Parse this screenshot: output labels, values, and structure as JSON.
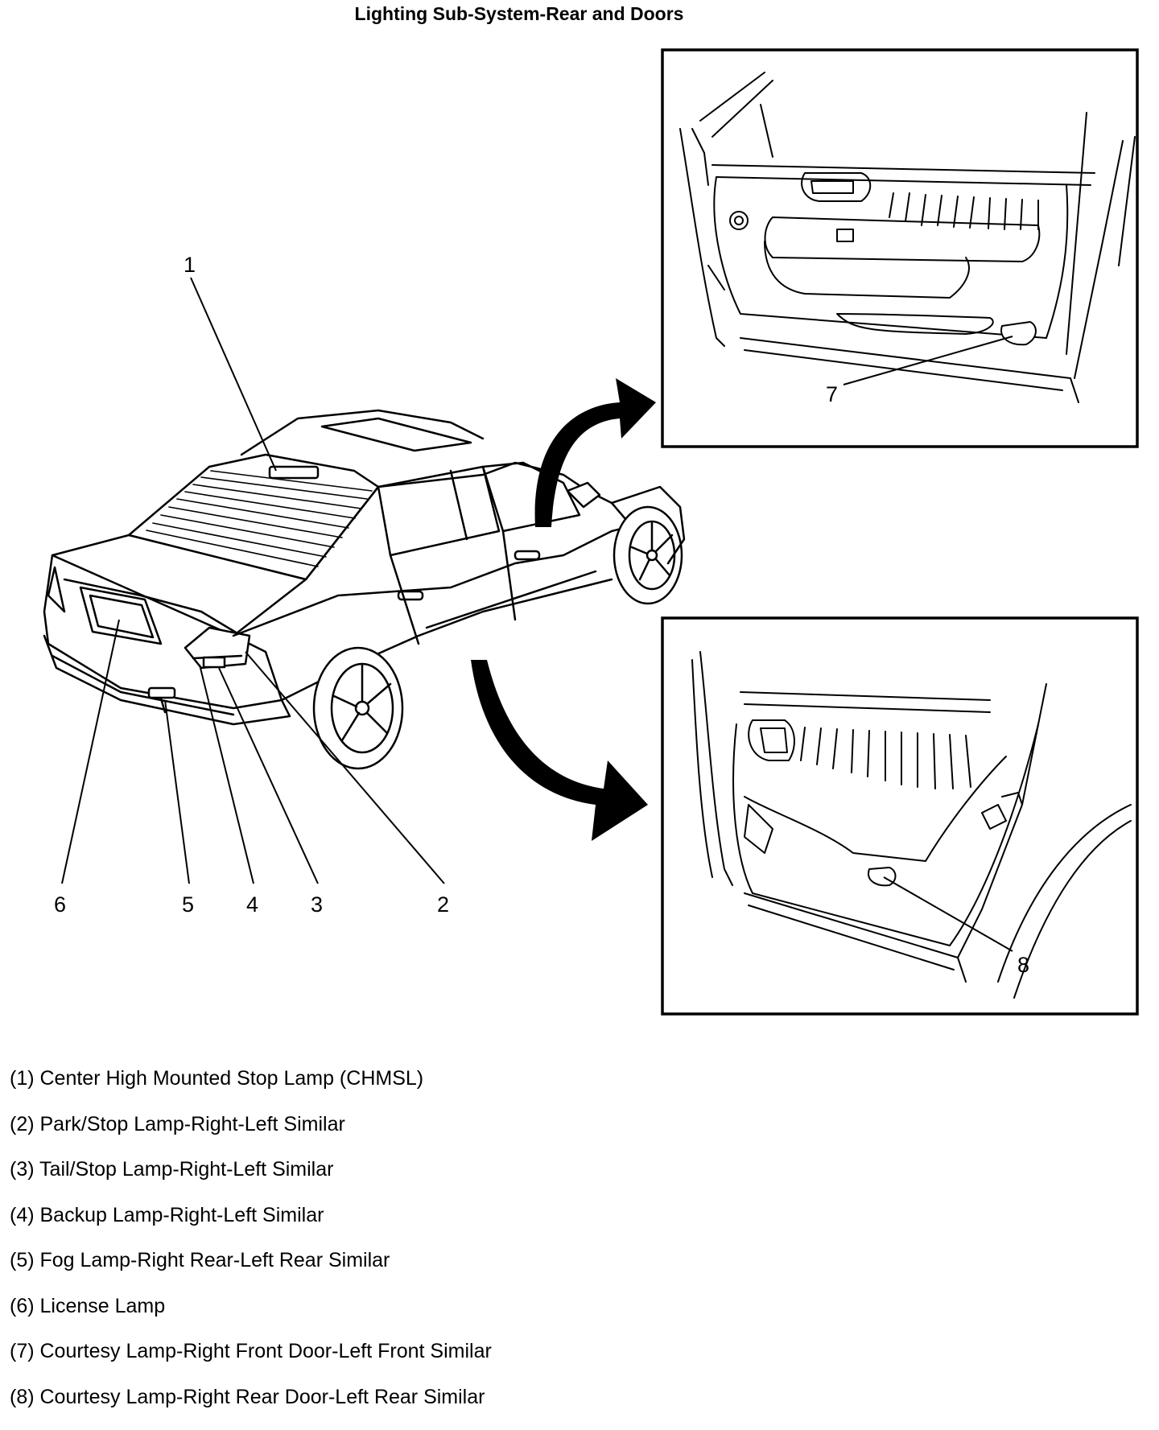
{
  "title": "Lighting Sub-System-Rear and Doors",
  "callouts": {
    "c1": "1",
    "c2": "2",
    "c3": "3",
    "c4": "4",
    "c5": "5",
    "c6": "6",
    "c7": "7",
    "c8": "8"
  },
  "legend": [
    "(1) Center High Mounted Stop Lamp (CHMSL)",
    "(2) Park/Stop Lamp-Right-Left Similar",
    "(3) Tail/Stop Lamp-Right-Left Similar",
    "(4) Backup Lamp-Right-Left Similar",
    "(5) Fog Lamp-Right Rear-Left Rear Similar",
    "(6) License Lamp",
    "(7) Courtesy Lamp-Right Front Door-Left Front Similar",
    "(8) Courtesy Lamp-Right Rear Door-Left Rear Similar"
  ],
  "colors": {
    "line": "#000000",
    "background": "#ffffff"
  }
}
